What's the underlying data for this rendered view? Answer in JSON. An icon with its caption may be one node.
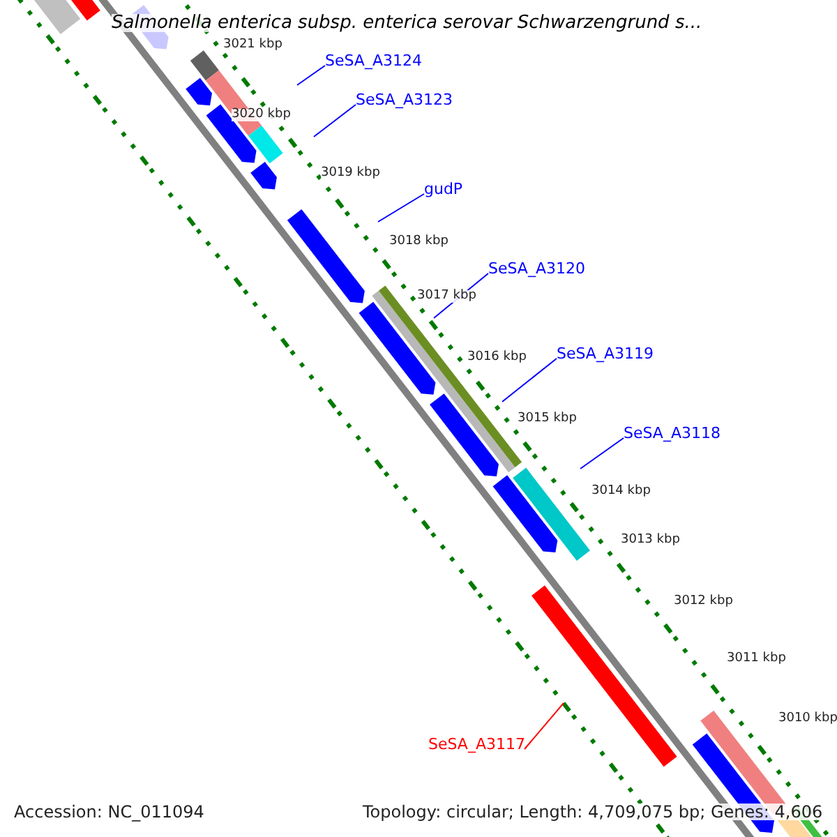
{
  "diagram": {
    "title": "Salmonella enterica subsp. enterica serovar Schwarzengrund s...",
    "nodes": [
      {
        "text": [
          "SeSA_A3124"
        ]
      },
      {
        "text": [
          "SeSA_A3123"
        ]
      },
      {
        "text": [
          "gudP"
        ]
      },
      {
        "text": [
          "SeSA_A3120"
        ]
      },
      {
        "text": [
          "SeSA_A3119"
        ]
      },
      {
        "text": [
          "SeSA_A3118"
        ]
      },
      {
        "text": [
          "SeSA_A3117"
        ]
      }
    ],
    "edges": [
      {
        "from": 0,
        "to": null,
        "arrow": "none"
      },
      {
        "from": 1,
        "to": null,
        "arrow": "none"
      },
      {
        "from": 2,
        "to": null,
        "arrow": "none"
      },
      {
        "from": 3,
        "to": null,
        "arrow": "none"
      },
      {
        "from": 4,
        "to": null,
        "arrow": "none"
      },
      {
        "from": 5,
        "to": null,
        "arrow": "none"
      },
      {
        "from": 6,
        "to": null,
        "arrow": "none",
        "color": "#ff0000"
      }
    ],
    "labels": [
      "3021 kbp",
      "3020 kbp",
      "3019 kbp",
      "3018 kbp",
      "3017 kbp",
      "3016 kbp",
      "3015 kbp",
      "3014 kbp",
      "3013 kbp",
      "3012 kbp",
      "3011 kbp",
      "3010 kbp",
      "Accession: NC_011094",
      "Topology: circular; Length: 4,709,075 bp; Genes: 4,606"
    ]
  }
}
